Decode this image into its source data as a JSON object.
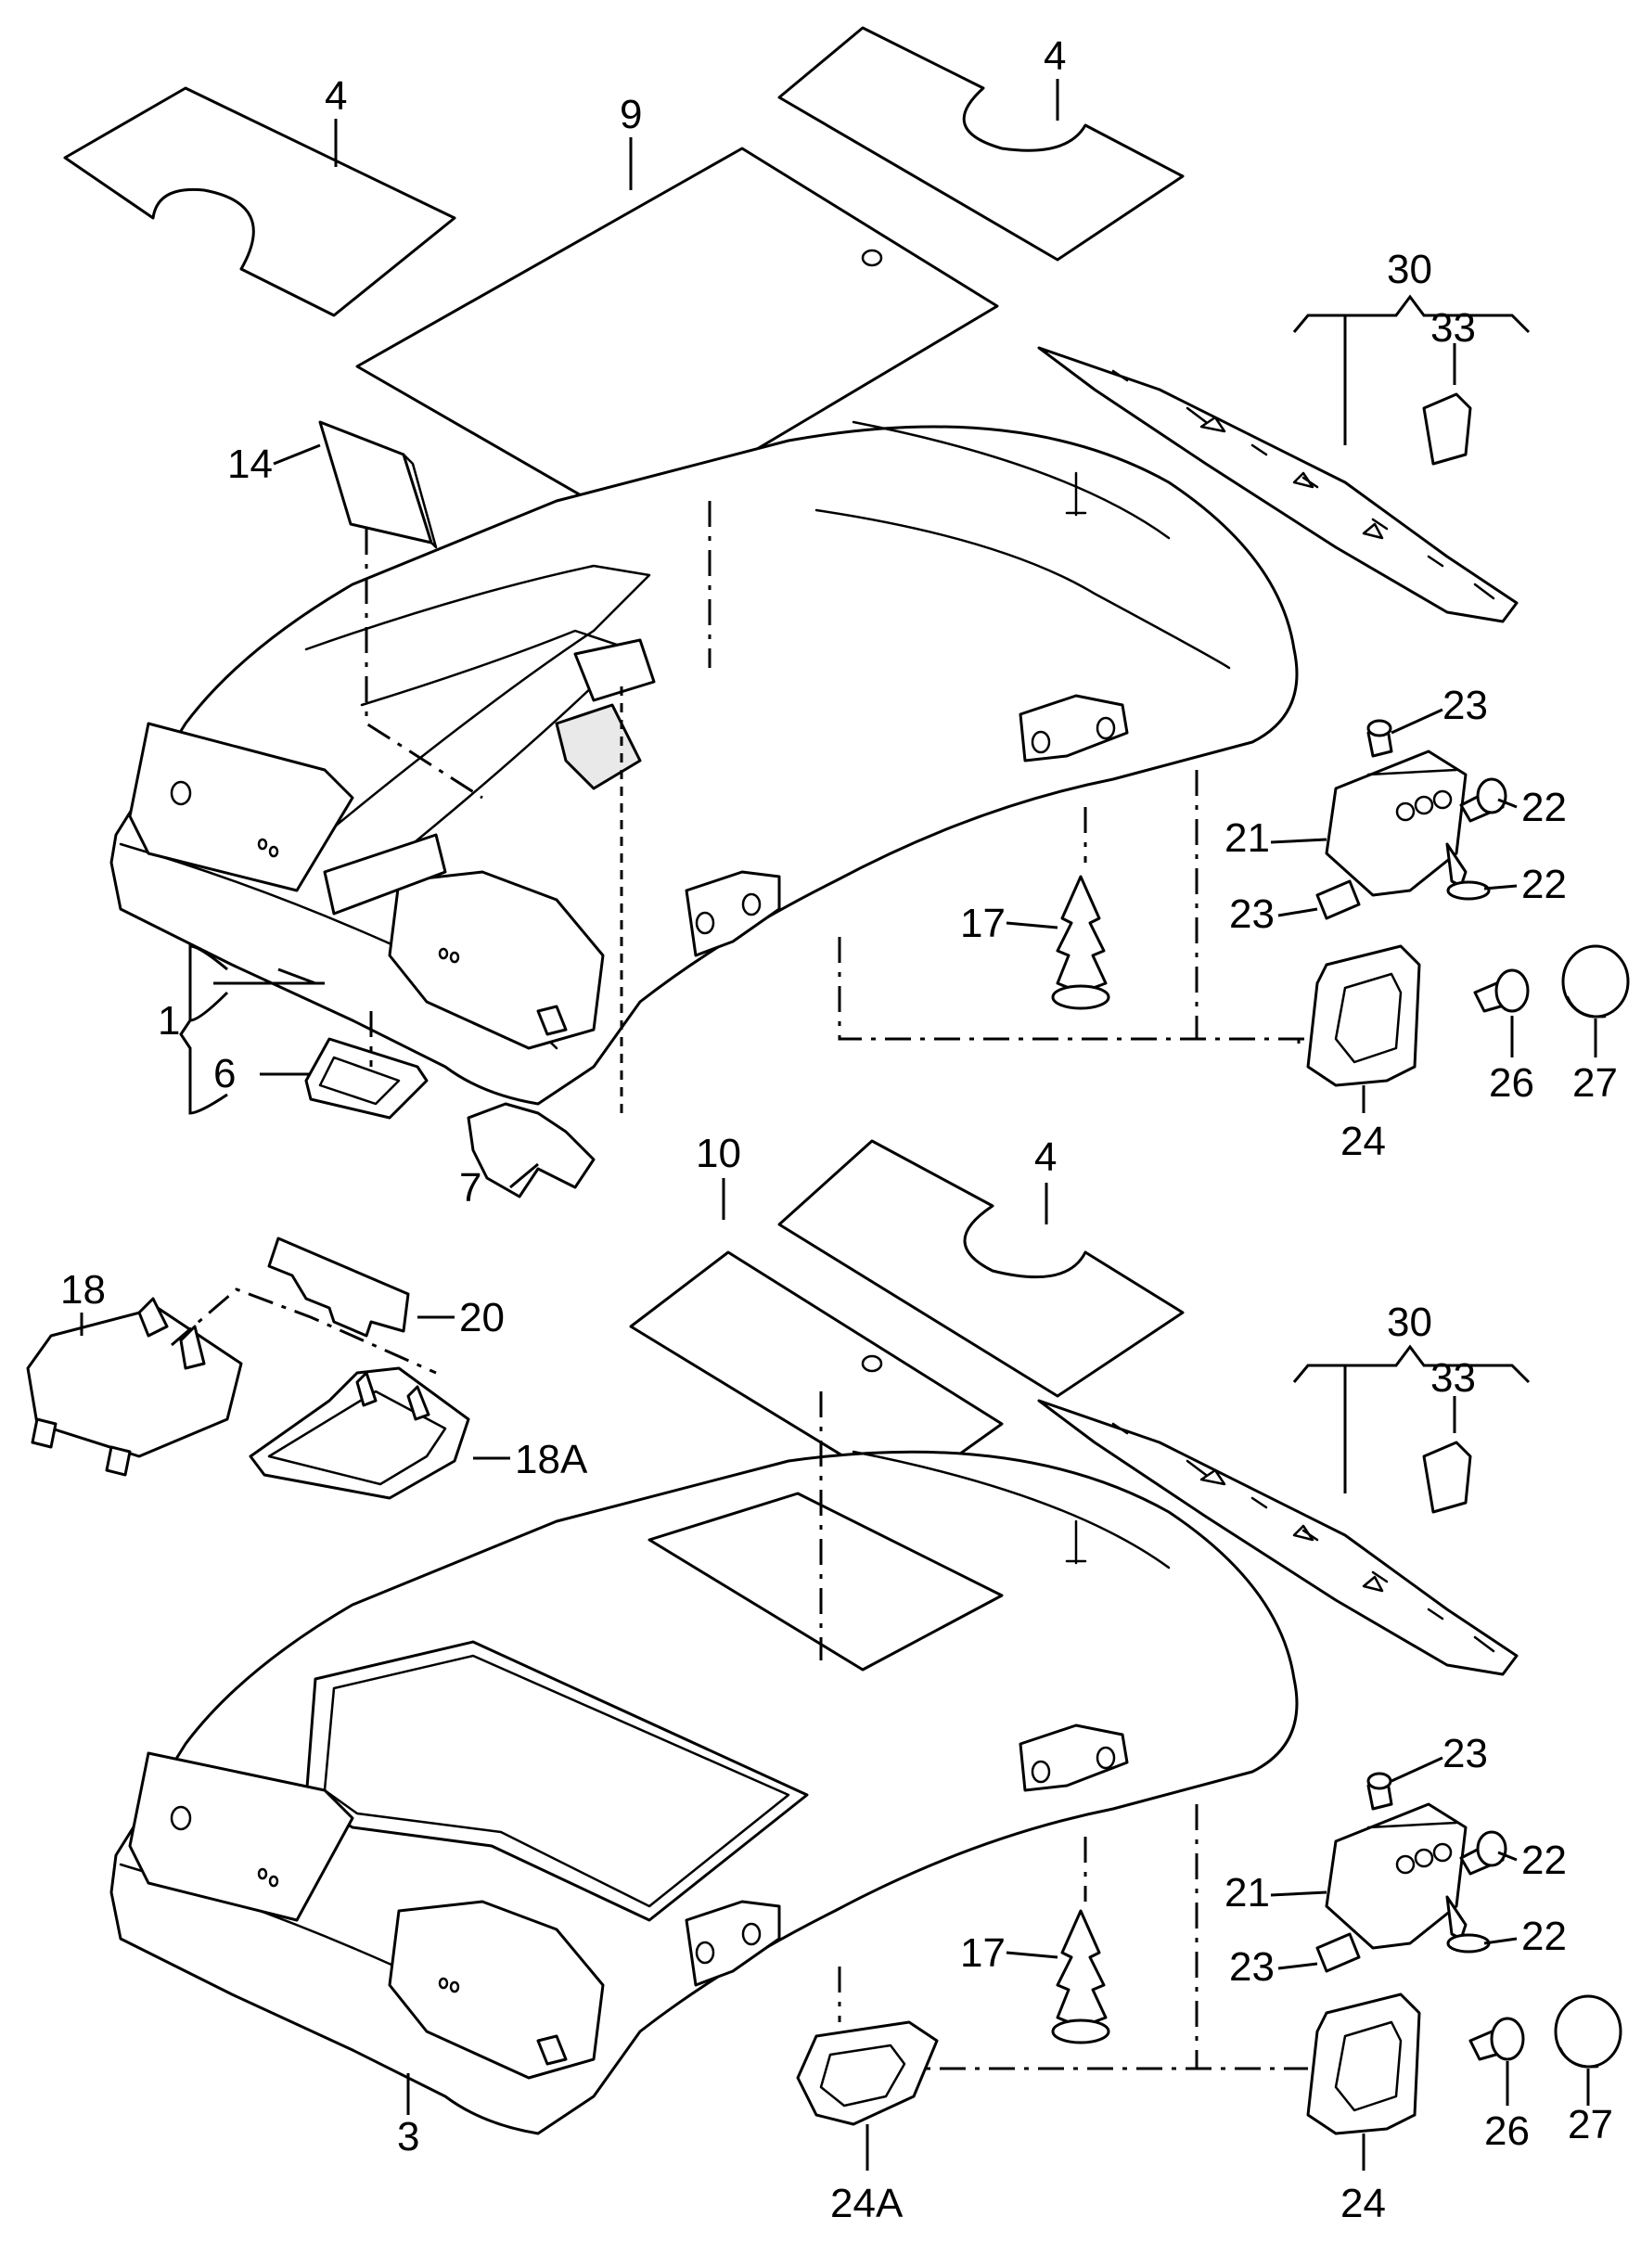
{
  "labels": {
    "part_1": "1",
    "part_3": "3",
    "part_4a": "4",
    "part_4b": "4",
    "part_4c": "4",
    "part_6": "6",
    "part_7": "7",
    "part_9": "9",
    "part_10": "10",
    "part_14": "14",
    "part_17a": "17",
    "part_17b": "17",
    "part_18": "18",
    "part_18A": "18A",
    "part_20": "20",
    "part_21a": "21",
    "part_21b": "21",
    "part_22a": "22",
    "part_22b": "22",
    "part_22c": "22",
    "part_22d": "22",
    "part_23a": "23",
    "part_23b": "23",
    "part_23c": "23",
    "part_23d": "23",
    "part_24a": "24",
    "part_24b": "24",
    "part_24A": "24A",
    "part_26a": "26",
    "part_26b": "26",
    "part_27a": "27",
    "part_27b": "27",
    "part_30a": "30",
    "part_30b": "30",
    "part_33a": "33",
    "part_33b": "33"
  }
}
